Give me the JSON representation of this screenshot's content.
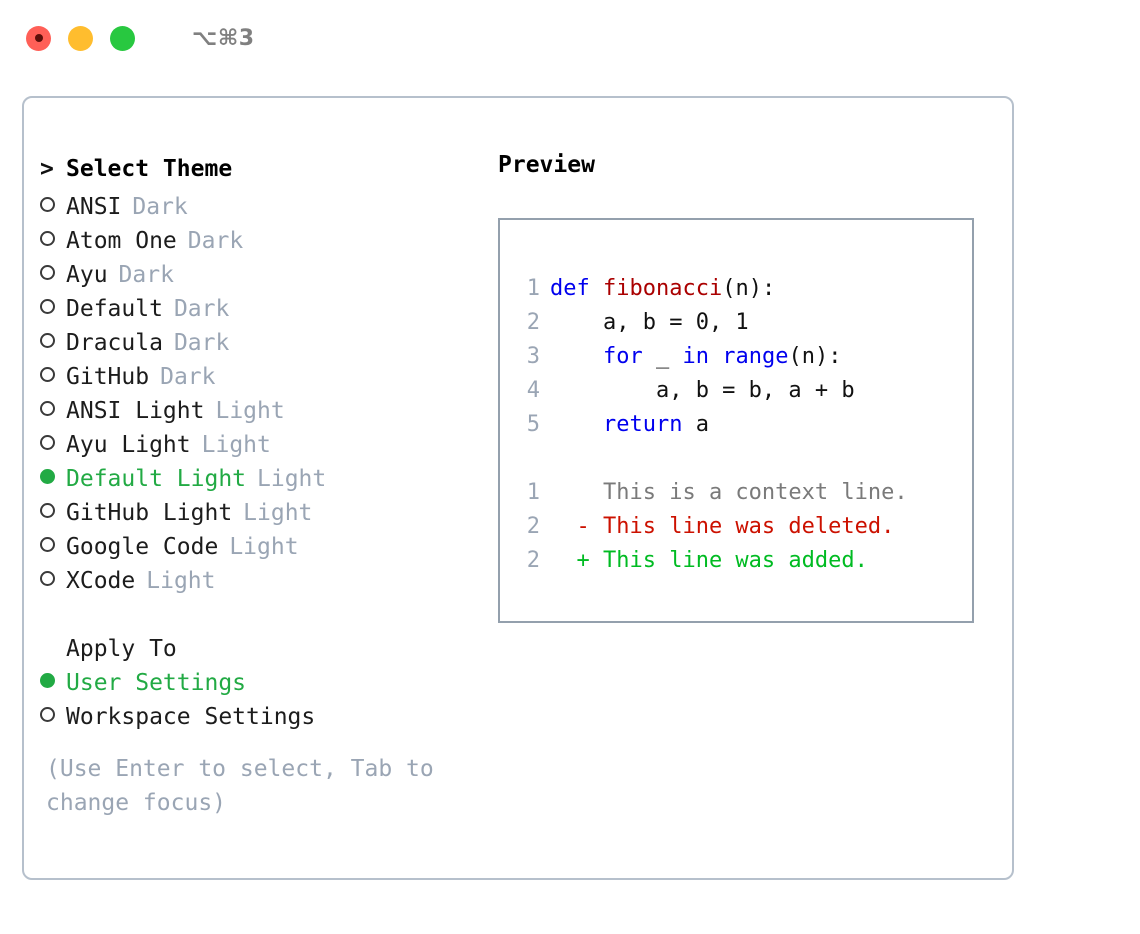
{
  "titlebar": {
    "shortcut": "⌥⌘3",
    "lights": [
      {
        "name": "close",
        "color": "#ff5f57"
      },
      {
        "name": "minimize",
        "color": "#ffbd2e"
      },
      {
        "name": "maximize",
        "color": "#28c840"
      }
    ]
  },
  "theme_section": {
    "heading_marker": ">",
    "heading": "Select Theme",
    "items": [
      {
        "marker": "○",
        "name": "ANSI",
        "tag": "Dark",
        "selected": false
      },
      {
        "marker": "○",
        "name": "Atom One",
        "tag": "Dark",
        "selected": false
      },
      {
        "marker": "○",
        "name": "Ayu",
        "tag": "Dark",
        "selected": false
      },
      {
        "marker": "○",
        "name": "Default",
        "tag": "Dark",
        "selected": false
      },
      {
        "marker": "○",
        "name": "Dracula",
        "tag": "Dark",
        "selected": false
      },
      {
        "marker": "○",
        "name": "GitHub",
        "tag": "Dark",
        "selected": false
      },
      {
        "marker": "○",
        "name": "ANSI Light",
        "tag": "Light",
        "selected": false
      },
      {
        "marker": "○",
        "name": "Ayu Light",
        "tag": "Light",
        "selected": false
      },
      {
        "marker": "●",
        "name": "Default Light",
        "tag": "Light",
        "selected": true
      },
      {
        "marker": "○",
        "name": "GitHub Light",
        "tag": "Light",
        "selected": false
      },
      {
        "marker": "○",
        "name": "Google Code",
        "tag": "Light",
        "selected": false
      },
      {
        "marker": "○",
        "name": "XCode",
        "tag": "Light",
        "selected": false
      }
    ]
  },
  "apply_section": {
    "heading": "Apply To",
    "items": [
      {
        "marker": "●",
        "name": "User Settings",
        "selected": true
      },
      {
        "marker": "○",
        "name": "Workspace Settings",
        "selected": false
      }
    ]
  },
  "hint": "(Use Enter to select, Tab to change focus)",
  "preview": {
    "title": "Preview",
    "code_lines": [
      {
        "no": "1",
        "tokens": [
          {
            "t": "def",
            "c": "kw"
          },
          {
            "t": " ",
            "c": "plain"
          },
          {
            "t": "fibonacci",
            "c": "fn"
          },
          {
            "t": "(n):",
            "c": "plain"
          }
        ]
      },
      {
        "no": "2",
        "tokens": [
          {
            "t": "    a, b = 0, 1",
            "c": "plain"
          }
        ]
      },
      {
        "no": "3",
        "tokens": [
          {
            "t": "    ",
            "c": "plain"
          },
          {
            "t": "for",
            "c": "kw"
          },
          {
            "t": " _ ",
            "c": "plain"
          },
          {
            "t": "in",
            "c": "kw"
          },
          {
            "t": " ",
            "c": "plain"
          },
          {
            "t": "range",
            "c": "kw"
          },
          {
            "t": "(n):",
            "c": "plain"
          }
        ]
      },
      {
        "no": "4",
        "tokens": [
          {
            "t": "        a, b = b, a + b",
            "c": "plain"
          }
        ]
      },
      {
        "no": "5",
        "tokens": [
          {
            "t": "    ",
            "c": "plain"
          },
          {
            "t": "return",
            "c": "kw"
          },
          {
            "t": " a",
            "c": "plain"
          }
        ]
      }
    ],
    "diff_lines": [
      {
        "no": "1",
        "sign": " ",
        "text": "This is a context line.",
        "kind": "dcontext"
      },
      {
        "no": "2",
        "sign": "-",
        "text": "This line was deleted.",
        "kind": "ddel"
      },
      {
        "no": "2",
        "sign": "+",
        "text": "This line was added.",
        "kind": "dadd"
      }
    ]
  },
  "colors": {
    "accent_green": "#22aa44",
    "muted": "#9aa5b4",
    "keyword_blue": "#0000ee",
    "function_red": "#aa0000",
    "diff_add": "#00bb22",
    "diff_del": "#cc1100",
    "border": "#b6c0cc",
    "preview_border": "#94a0ad"
  }
}
